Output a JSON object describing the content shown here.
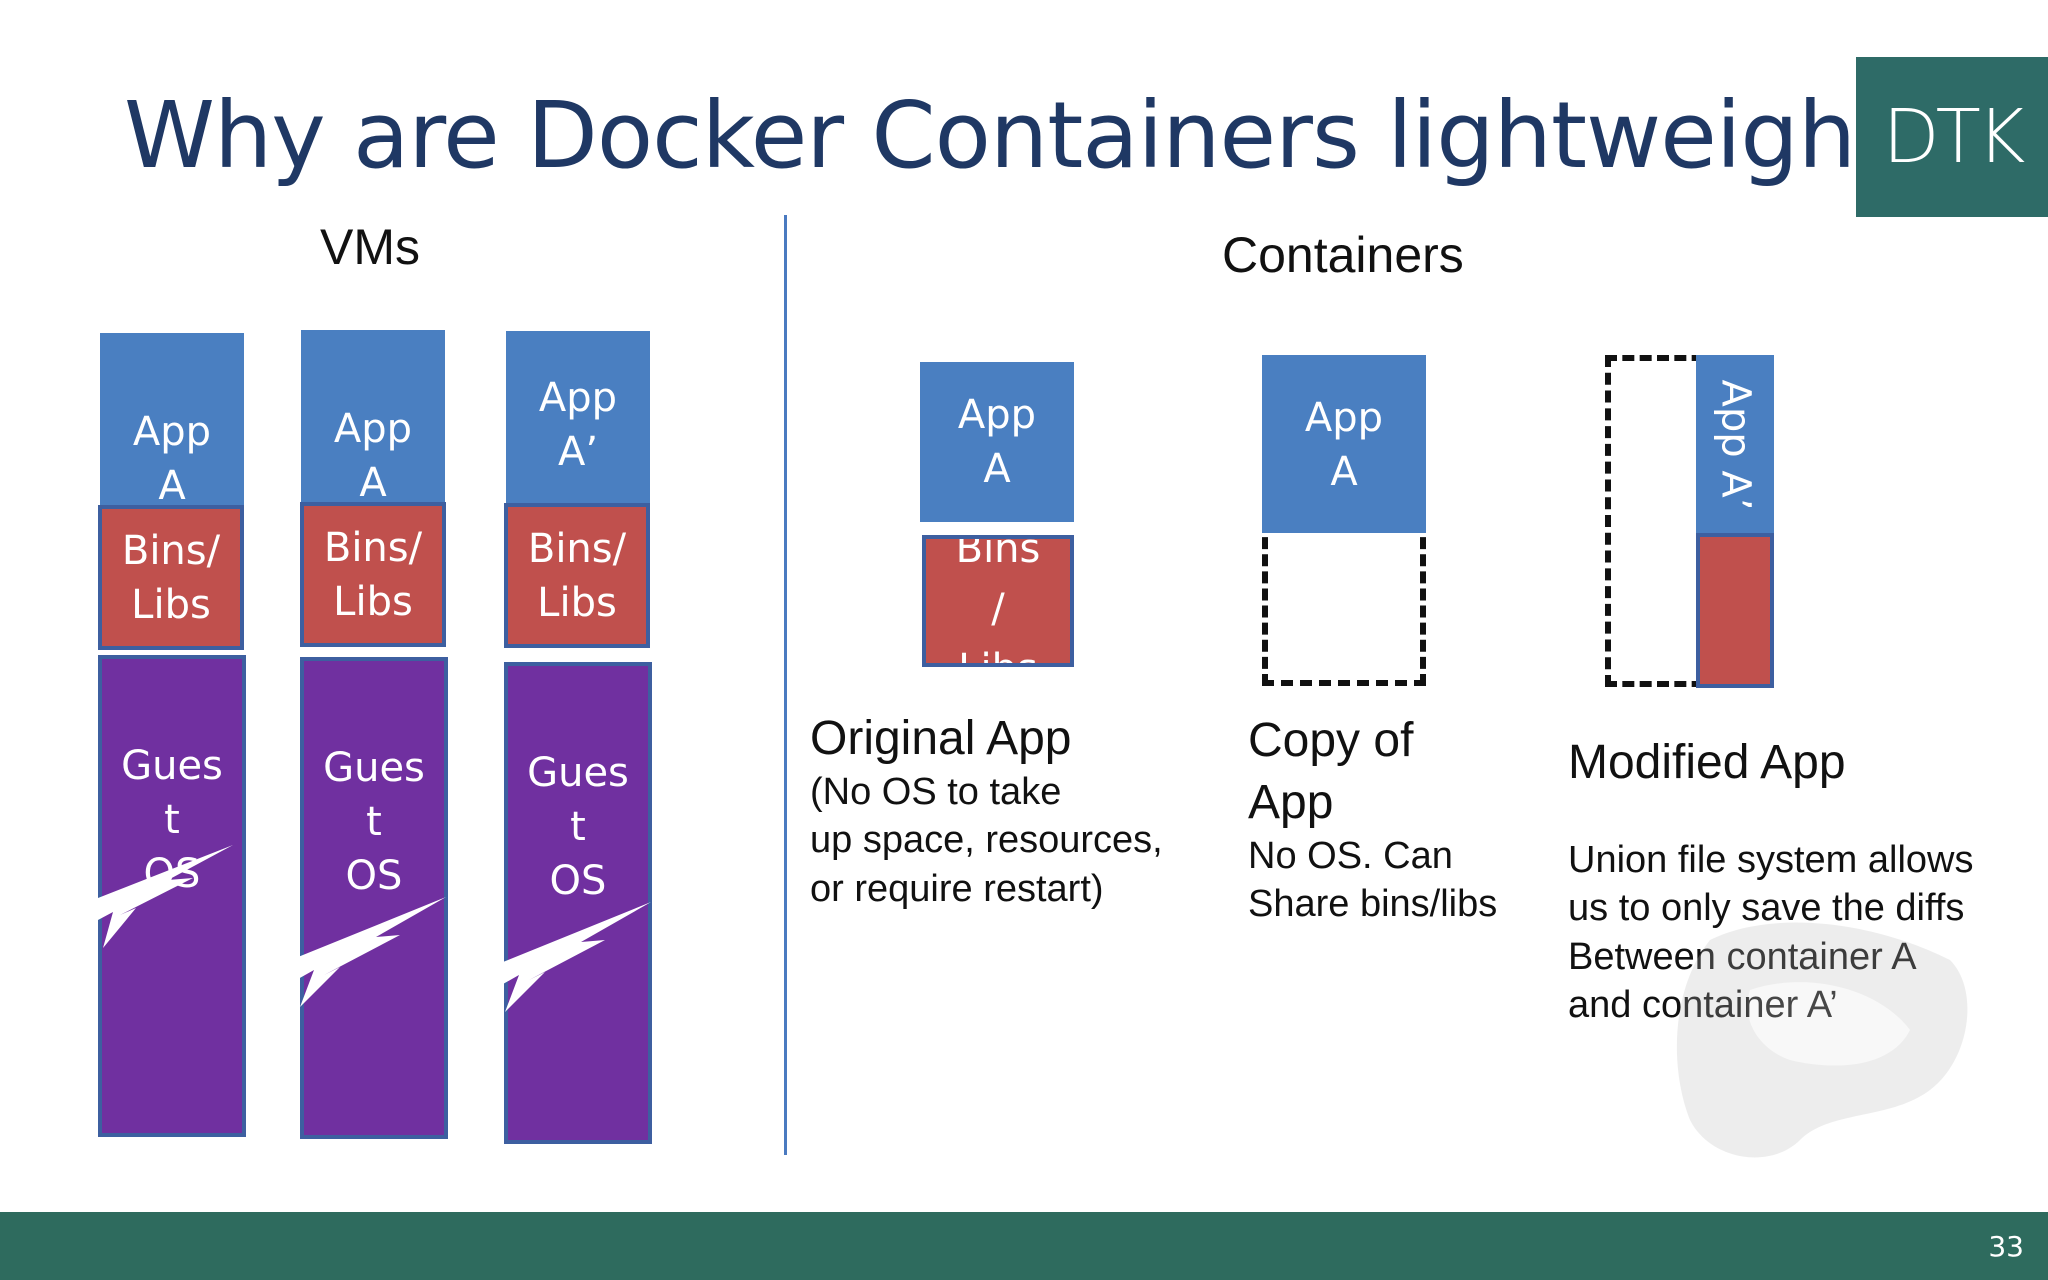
{
  "slide": {
    "title": "Why are Docker Containers lightweight?",
    "logo_text": "DTK",
    "page_number": "33"
  },
  "vms": {
    "label": "VMs",
    "columns": [
      {
        "app": "App\nA",
        "bins": "Bins/\nLibs",
        "guest": "Gues\nt\nOS"
      },
      {
        "app": "App\nA",
        "bins": "Bins/\nLibs",
        "guest": "Gues\nt\nOS"
      },
      {
        "app": "App\nA’",
        "bins": "Bins/\nLibs",
        "guest": "Gues\nt\nOS"
      }
    ]
  },
  "containers": {
    "label": "Containers",
    "original": {
      "app": "App\nA",
      "bins": "Bins\n/\nLibs",
      "heading": "Original App",
      "body": "(No OS to take\nup space, resources,\nor require restart)"
    },
    "copy": {
      "app": "App\nA",
      "heading": "Copy of\nApp",
      "body": "No OS. Can\nShare bins/libs"
    },
    "modified": {
      "app": "App A’",
      "heading": "Modified App",
      "body": "Union file system allows\nus to only save the diffs\nBetween container A\nand container A’"
    }
  },
  "colors": {
    "title": "#1f3864",
    "app_blue": "#4a7fc1",
    "bins_red": "#c0504d",
    "guest_purple": "#7030a0",
    "footer_green": "#2e6b5e",
    "logo_teal": "#2e6b67"
  }
}
